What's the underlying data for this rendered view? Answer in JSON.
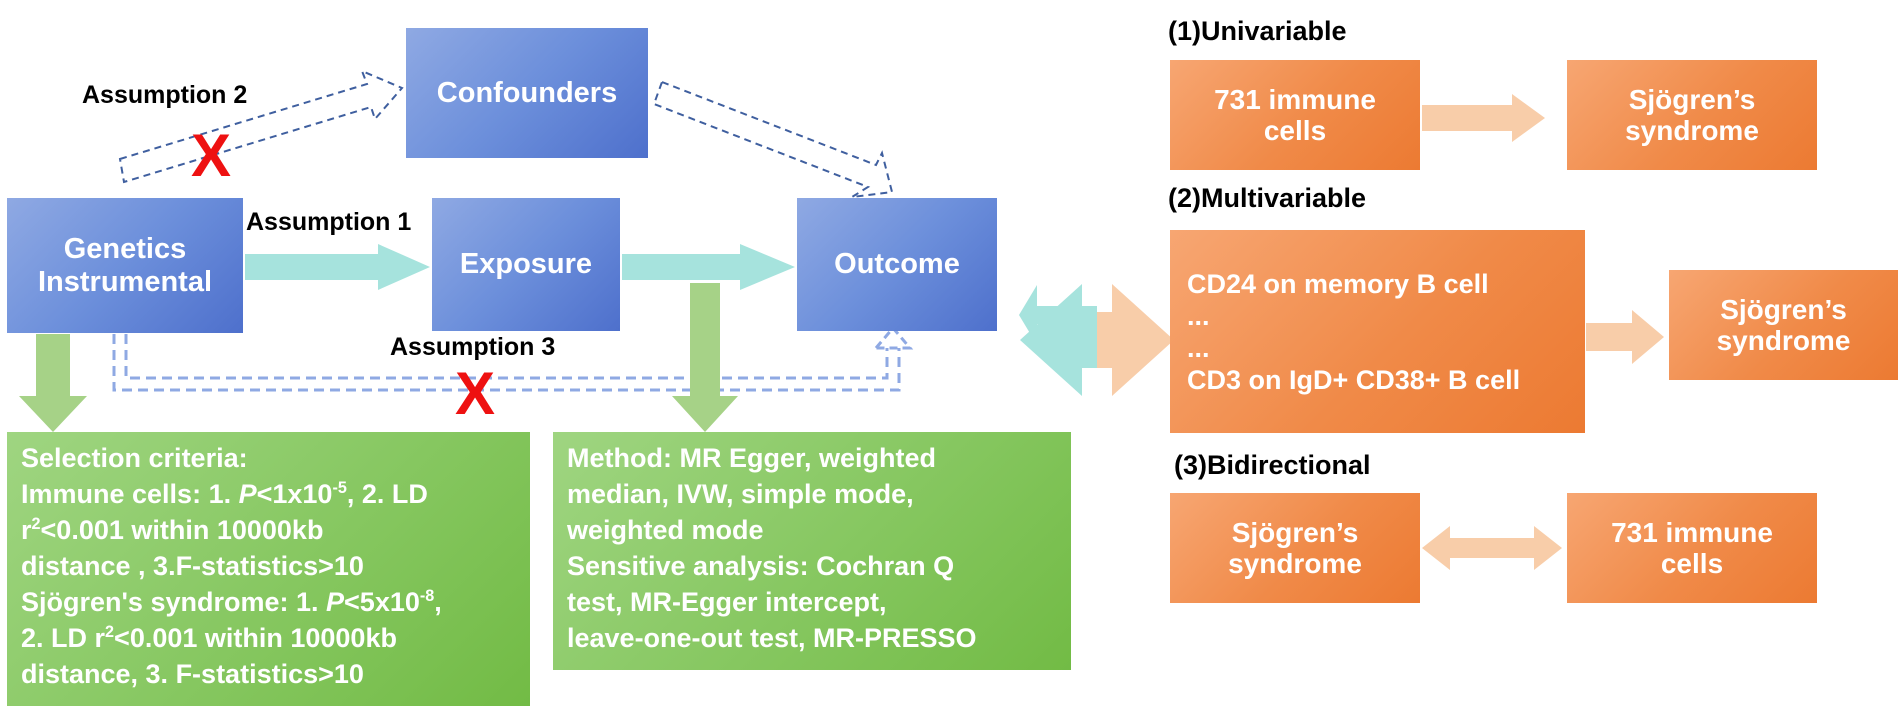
{
  "left_panel": {
    "nodes": {
      "genetics": "Genetics Instrumental",
      "confounders": "Confounders",
      "exposure": "Exposure",
      "outcome": "Outcome"
    },
    "assumptions": {
      "a1": "Assumption 1",
      "a2": "Assumption 2",
      "a3": "Assumption 3"
    },
    "x_mark": "X",
    "selection_box": {
      "title": "Selection criteria:",
      "immune_pre": "Immune cells: 1. ",
      "immune_P": "P",
      "immune_thresh": "<1x10",
      "immune_exp": "-5",
      "immune_post": ", 2. LD",
      "line3_r": "r",
      "line3_exp": "2",
      "line3_rest": "<0.001 within 10000kb",
      "line4": "distance , 3.F-statistics>10",
      "ss_pre": "Sjögren's syndrome: 1. ",
      "ss_P": "P",
      "ss_thresh": "<5x10",
      "ss_exp": "-8",
      "ss_post": ",",
      "line6_pre": "2. LD r",
      "line6_exp": "2",
      "line6_rest": "<0.001 within 10000kb",
      "line7": "distance, 3. F-statistics>10"
    },
    "method_box": {
      "line1": "Method: MR Egger, weighted",
      "line2": "median, IVW, simple mode,",
      "line3": "weighted mode",
      "line4": "Sensitive analysis: Cochran Q",
      "line5": "test, MR-Egger intercept,",
      "line6": "leave-one-out test, MR-PRESSO"
    }
  },
  "right_panel": {
    "univariable": {
      "heading": "(1)Univariable",
      "from": "731 immune cells",
      "to": "Sjögren’s syndrome"
    },
    "multivariable": {
      "heading": "(2)Multivariable",
      "item1": "CD24 on memory B cell",
      "ellipsis1": "...",
      "ellipsis2": "...",
      "item_last": "CD3 on IgD+ CD38+ B cell",
      "to": "Sjögren’s syndrome"
    },
    "bidirectional": {
      "heading": "(3)Bidirectional",
      "left": "Sjögren’s syndrome",
      "right": "731 immune cells"
    }
  },
  "colors": {
    "blue_box": "#6c8fdb",
    "green_box": "#86c760",
    "orange_box": "#f08a48",
    "teal_arrow": "#a6e3dd",
    "green_arrow": "#a6d287",
    "peach_arrow": "#f8cda9",
    "dashed_arrow": "#3f5f9f",
    "x_mark": "#ee1111"
  }
}
